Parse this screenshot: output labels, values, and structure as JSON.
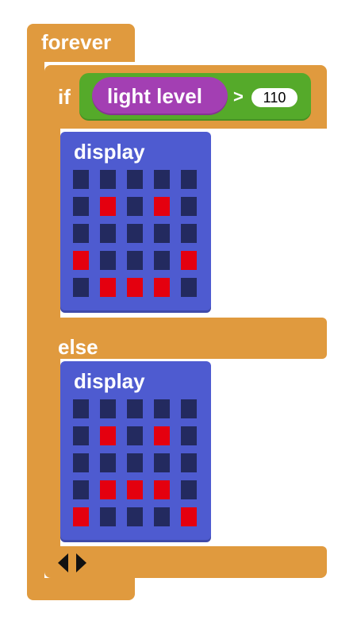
{
  "colors": {
    "orange": "#E09A3E",
    "blue": "#4E5BD0",
    "green": "#55AA2A",
    "purple": "#A33FB3",
    "led_off": "#232A5F",
    "led_on": "#E4000F"
  },
  "forever": {
    "label": "forever"
  },
  "if_block": {
    "label": "if",
    "condition": {
      "sensor_label": "light level",
      "operator": ">",
      "value": "110"
    },
    "else_label": "else",
    "mutator_icon": "left-right-arrows-icon"
  },
  "displays": [
    {
      "label": "display",
      "leds": [
        [
          0,
          0,
          0,
          0,
          0
        ],
        [
          0,
          1,
          0,
          1,
          0
        ],
        [
          0,
          0,
          0,
          0,
          0
        ],
        [
          1,
          0,
          0,
          0,
          1
        ],
        [
          0,
          1,
          1,
          1,
          0
        ]
      ]
    },
    {
      "label": "display",
      "leds": [
        [
          0,
          0,
          0,
          0,
          0
        ],
        [
          0,
          1,
          0,
          1,
          0
        ],
        [
          0,
          0,
          0,
          0,
          0
        ],
        [
          0,
          1,
          1,
          1,
          0
        ],
        [
          1,
          0,
          0,
          0,
          1
        ]
      ]
    }
  ]
}
